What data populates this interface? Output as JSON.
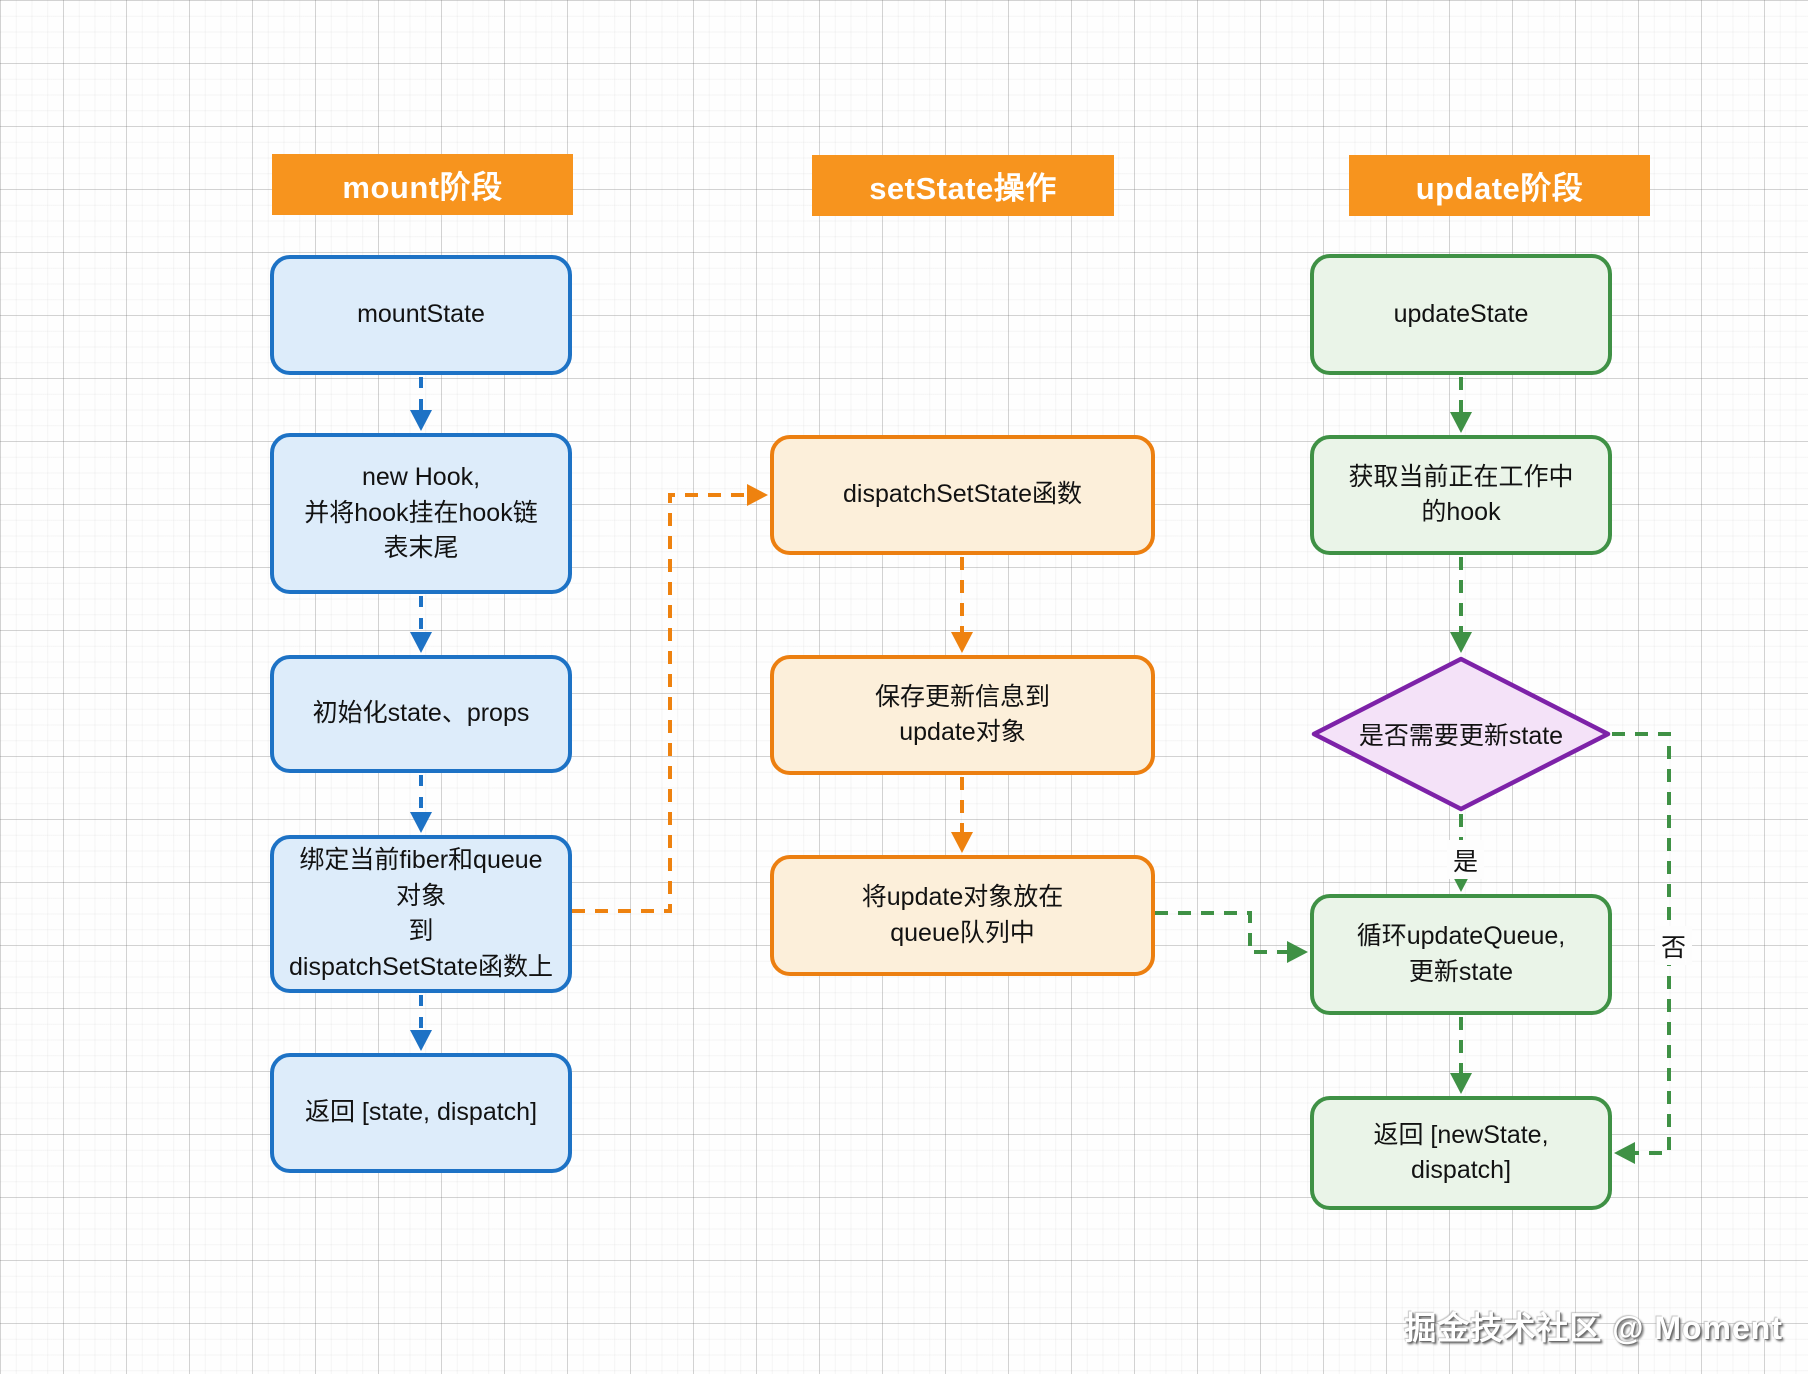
{
  "columns": {
    "mount": {
      "header": "mount阶段",
      "nodes": [
        "mountState",
        "new Hook,\n并将hook挂在hook链\n表末尾",
        "初始化state、props",
        "绑定当前fiber和queue对象\n到\ndispatchSetState函数上",
        "返回 [state, dispatch]"
      ]
    },
    "setstate": {
      "header": "setState操作",
      "nodes": [
        "dispatchSetState函数",
        "保存更新信息到\nupdate对象",
        "将update对象放在\nqueue队列中"
      ]
    },
    "update": {
      "header": "update阶段",
      "nodes": [
        "updateState",
        "获取当前正在工作中\n的hook",
        "是否需要更新state",
        "循环updateQueue,\n更新state",
        "返回 [newState, dispatch]"
      ]
    }
  },
  "edge_labels": {
    "yes": "是",
    "no": "否"
  },
  "watermark": "掘金技术社区 @ Moment",
  "colors": {
    "header_bg": "#f7941e",
    "header_text": "#ffffff",
    "mount_border": "#1d72c5",
    "mount_fill": "#ddecfa",
    "setstate_border": "#ec7f10",
    "setstate_fill": "#fcefda",
    "update_border": "#3f9145",
    "update_fill": "#eaf4e8",
    "decision_border": "#7d22a8",
    "decision_fill": "#f4e2f8",
    "node_text": "#121212"
  }
}
